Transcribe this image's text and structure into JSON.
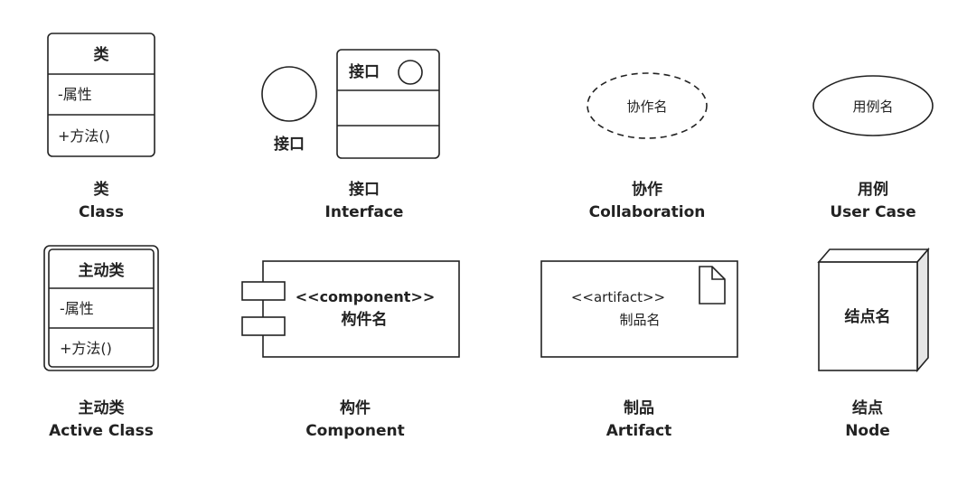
{
  "elements": {
    "class": {
      "box_title": "类",
      "attribute": "-属性",
      "method": "+方法()",
      "caption_cn": "类",
      "caption_en": "Class"
    },
    "interface": {
      "circle_label": "接口",
      "box_title": "接口",
      "caption_cn": "接口",
      "caption_en": "Interface"
    },
    "collaboration": {
      "shape_label": "协作名",
      "caption_cn": "协作",
      "caption_en": "Collaboration"
    },
    "use_case": {
      "shape_label": "用例名",
      "caption_cn": "用例",
      "caption_en": "User Case"
    },
    "active_class": {
      "box_title": "主动类",
      "attribute": "-属性",
      "method": "+方法()",
      "caption_cn": "主动类",
      "caption_en": "Active Class"
    },
    "component": {
      "stereotype": "<<component>>",
      "name": "构件名",
      "caption_cn": "构件",
      "caption_en": "Component"
    },
    "artifact": {
      "stereotype": "<<artifact>>",
      "name": "制品名",
      "caption_cn": "制品",
      "caption_en": "Artifact"
    },
    "node": {
      "name": "结点名",
      "caption_cn": "结点",
      "caption_en": "Node"
    }
  },
  "colors": {
    "stroke": "#222222",
    "text": "#222222",
    "node_side": "#e6e6e6",
    "background": "#ffffff"
  }
}
